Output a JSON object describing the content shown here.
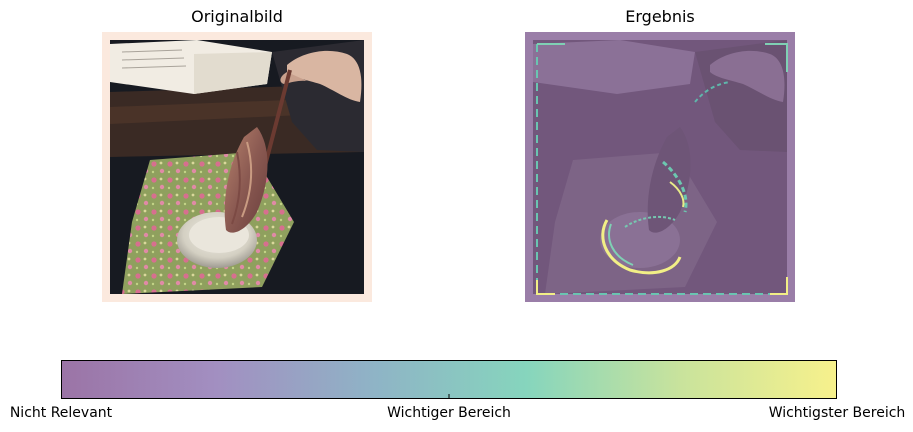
{
  "panels": {
    "original": {
      "title": "Originalbild",
      "image": {
        "description_icon": "photo-drop-spindle",
        "frame_color": "#fbe9de"
      }
    },
    "result": {
      "title": "Ergebnis",
      "overlay_color": "#8d6a9a"
    }
  },
  "colorbar": {
    "stops": [
      "#9b74a6",
      "#a28fc1",
      "#8fb3c6",
      "#86d5bd",
      "#c9e39c",
      "#f7f18c"
    ],
    "ticks": [
      {
        "value": 0.0,
        "label": "Nicht Relevant"
      },
      {
        "value": 0.5,
        "label": "Wichtiger Bereich"
      },
      {
        "value": 1.0,
        "label": "Wichtigster Bereich"
      }
    ]
  }
}
